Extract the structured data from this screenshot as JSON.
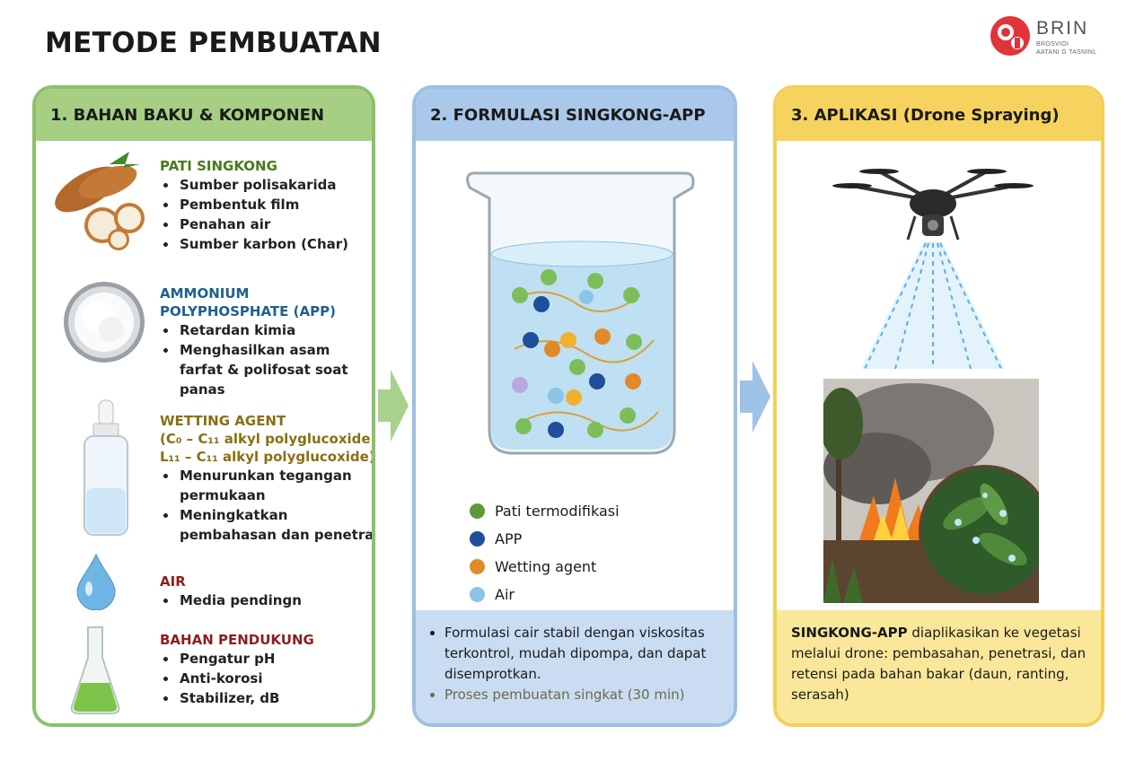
{
  "title": "METODE PEMBUATAN",
  "logo": {
    "name": "BRIN",
    "line1": "BROSVIOI",
    "line2": "AATANI G TASNINL"
  },
  "panels": [
    {
      "heading": "1. BAHAN BAKU & KOMPONEN",
      "items": [
        {
          "title": "PATI SINGKONG",
          "bullets": [
            "Sumber polisakarida",
            "Pembentuk film",
            "Penahan air",
            "Sumber karbon (Char)"
          ]
        },
        {
          "title": "AMMONIUM POLYPHOSPHATE (APP)",
          "bullets": [
            "Retardan kimia",
            "Menghasilkan asam farfat & polifosat soat panas"
          ]
        },
        {
          "title": "WETTING AGENT",
          "title_l2": "(C₀ – C₁₁ alkyl polyglucoxide",
          "title_l3": "L₁₁ – C₁₁ alkyl polyglucoxide)",
          "bullets": [
            "Menurunkan tegangan permukaan",
            "Meningkatkan pembahasan dan penetrasi"
          ]
        },
        {
          "title": "AIR",
          "bullets": [
            "Media pendingn"
          ]
        },
        {
          "title": "BAHAN PENDUKUNG",
          "bullets": [
            "Pengatur pH",
            "Anti-korosi",
            "Stabilizer, dB"
          ]
        }
      ]
    },
    {
      "heading": "2. FORMULASI SINGKONG-APP",
      "legend": [
        {
          "label": "Pati termodifikasi",
          "color": "#5a9a3a"
        },
        {
          "label": "APP",
          "color": "#1f4f9a"
        },
        {
          "label": "Wetting agent",
          "color": "#e08a2a"
        },
        {
          "label": "Air",
          "color": "#8cc4e8"
        }
      ],
      "bullets": [
        "Formulasi cair stabil dengan viskositas terkontrol, mudah dipompa, dan dapat disemprotkan.",
        "Proses pembuatan singkat (30 min)"
      ]
    },
    {
      "heading": "3. APLIKASI (Drone Spraying)",
      "text_bold": "SINGKONG-APP",
      "text_rest": " diaplikasikan ke vegetasi melalui drone: pembasahan, penetrasi, dan retensi pada bahan bakar (daun, ranting, serasah)"
    }
  ],
  "colors": {
    "green": "#a6cf83",
    "blue": "#a9c8ea",
    "yellow": "#f6d25f",
    "arrow_green": "#a9d18e",
    "arrow_blue": "#9dc3e6"
  }
}
